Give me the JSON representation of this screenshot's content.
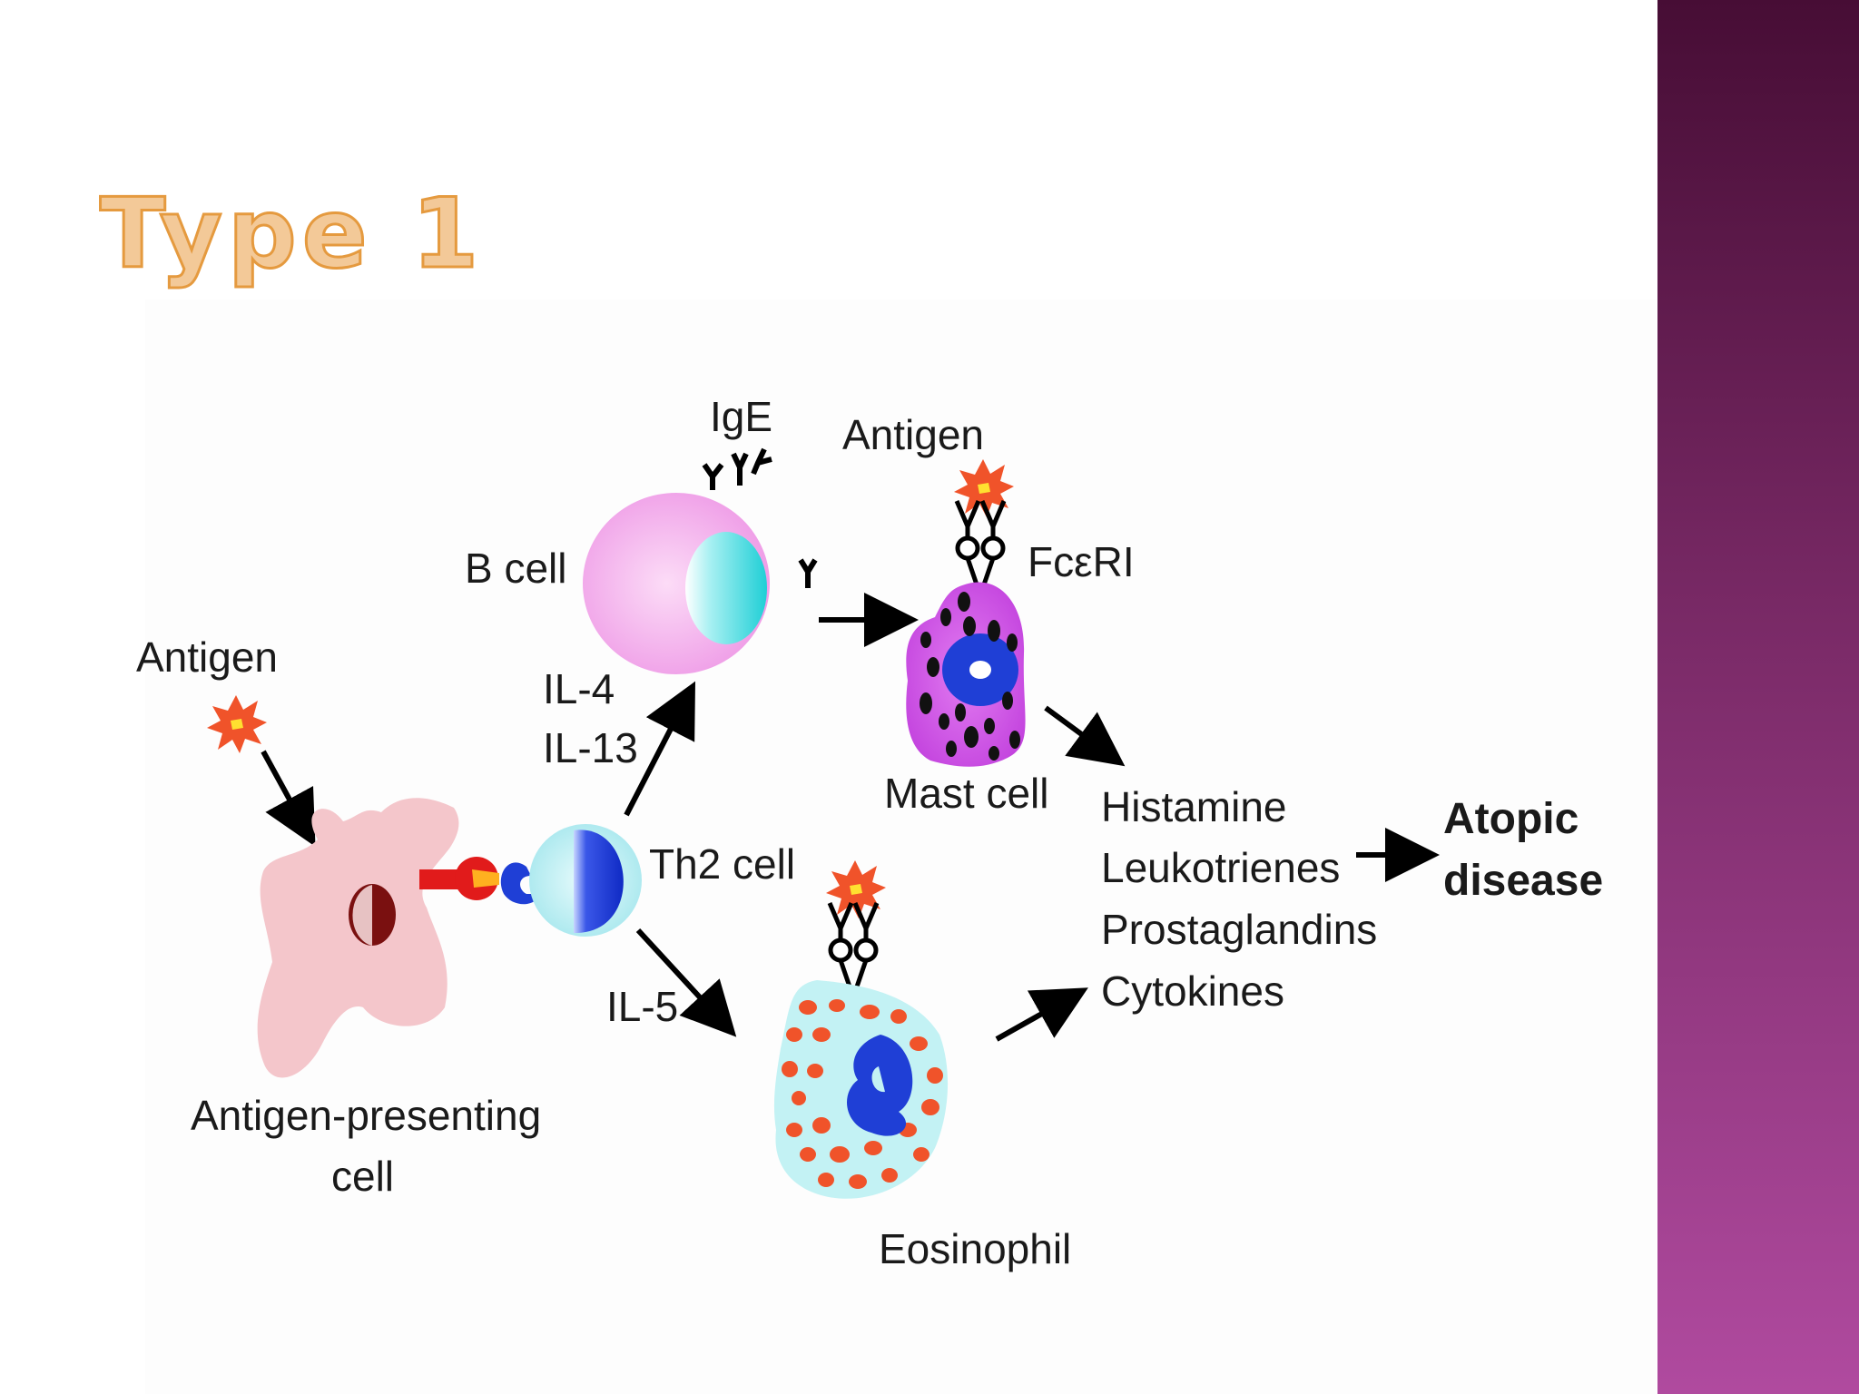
{
  "slide": {
    "title": "Type 1"
  },
  "diagram": {
    "labels": {
      "antigen_left": "Antigen",
      "apc": "Antigen-presenting",
      "apc_line2": "cell",
      "b_cell": "B cell",
      "ige": "IgE",
      "il4": "IL-4",
      "il13": "IL-13",
      "th2_cell": "Th2 cell",
      "il5": "IL-5",
      "antigen_mast": "Antigen",
      "fceri": "FcεRI",
      "mast_cell": "Mast cell",
      "eosinophil": "Eosinophil",
      "mediators": [
        "Histamine",
        "Leukotrienes",
        "Prostaglandins",
        "Cytokines"
      ],
      "outcome_line1": "Atopic",
      "outcome_line2": "disease"
    }
  },
  "colors": {
    "title_fill": "#f3c998",
    "title_stroke": "#e59a3f",
    "sidebar_top": "#470d35",
    "sidebar_bottom": "#b04a9f",
    "b_cell": "#f2a7ea",
    "mast_cell": "#cf53e6",
    "eosinophil_bg": "#c3f2f4",
    "granule_red": "#f0532a",
    "nucleus_blue": "#1f3fd6",
    "apc": "#f4c6cb"
  }
}
